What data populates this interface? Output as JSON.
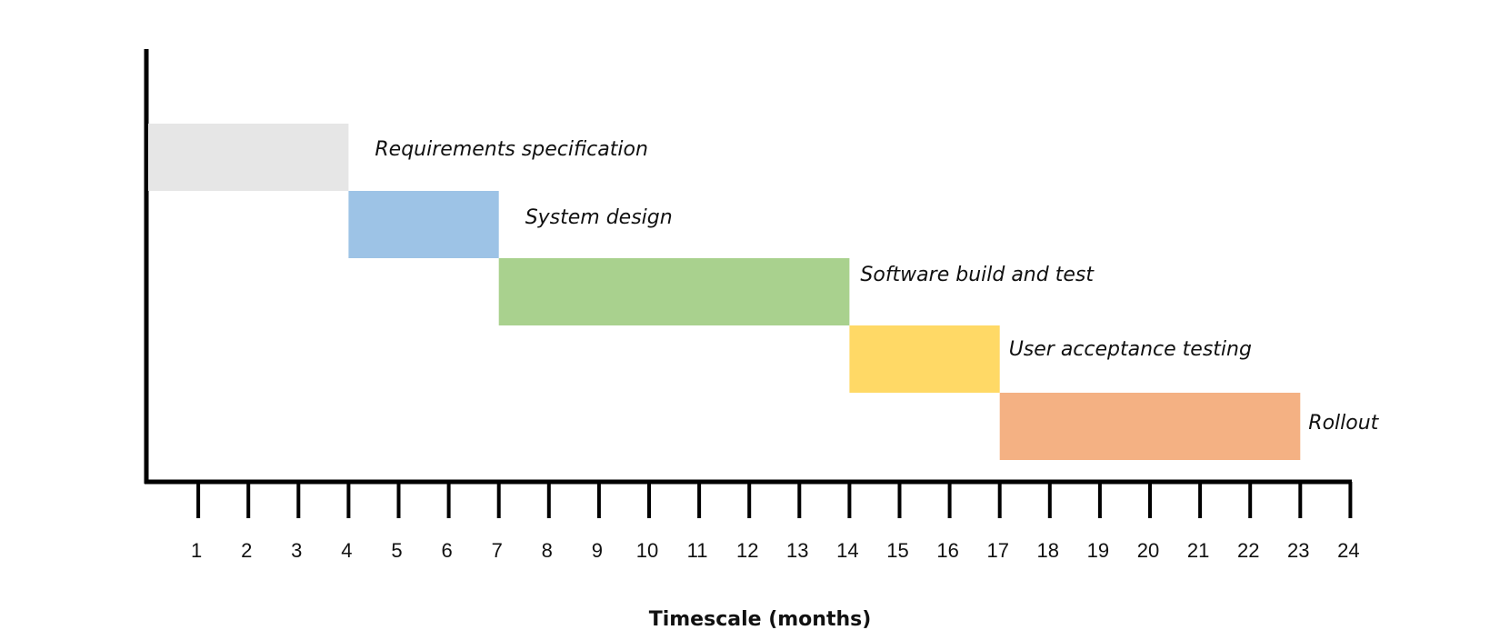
{
  "chart_data": {
    "type": "bar",
    "subtype": "gantt",
    "xlabel": "Timescale (months)",
    "ylabel": "",
    "title": "",
    "xlim": [
      0,
      24
    ],
    "x_ticks": [
      1,
      2,
      3,
      4,
      5,
      6,
      7,
      8,
      9,
      10,
      11,
      12,
      13,
      14,
      15,
      16,
      17,
      18,
      19,
      20,
      21,
      22,
      23,
      24
    ],
    "grid": false,
    "legend": "none",
    "tasks": [
      {
        "name": "Requirements specification",
        "start": 0,
        "end": 4,
        "color": "#e6e6e6"
      },
      {
        "name": "System design",
        "start": 4,
        "end": 7,
        "color": "#9dc3e6"
      },
      {
        "name": "Software build and test",
        "start": 7,
        "end": 14,
        "color": "#a9d18e"
      },
      {
        "name": "User acceptance testing",
        "start": 14,
        "end": 17,
        "color": "#ffd966"
      },
      {
        "name": "Rollout",
        "start": 17,
        "end": 23,
        "color": "#f4b183"
      }
    ]
  }
}
